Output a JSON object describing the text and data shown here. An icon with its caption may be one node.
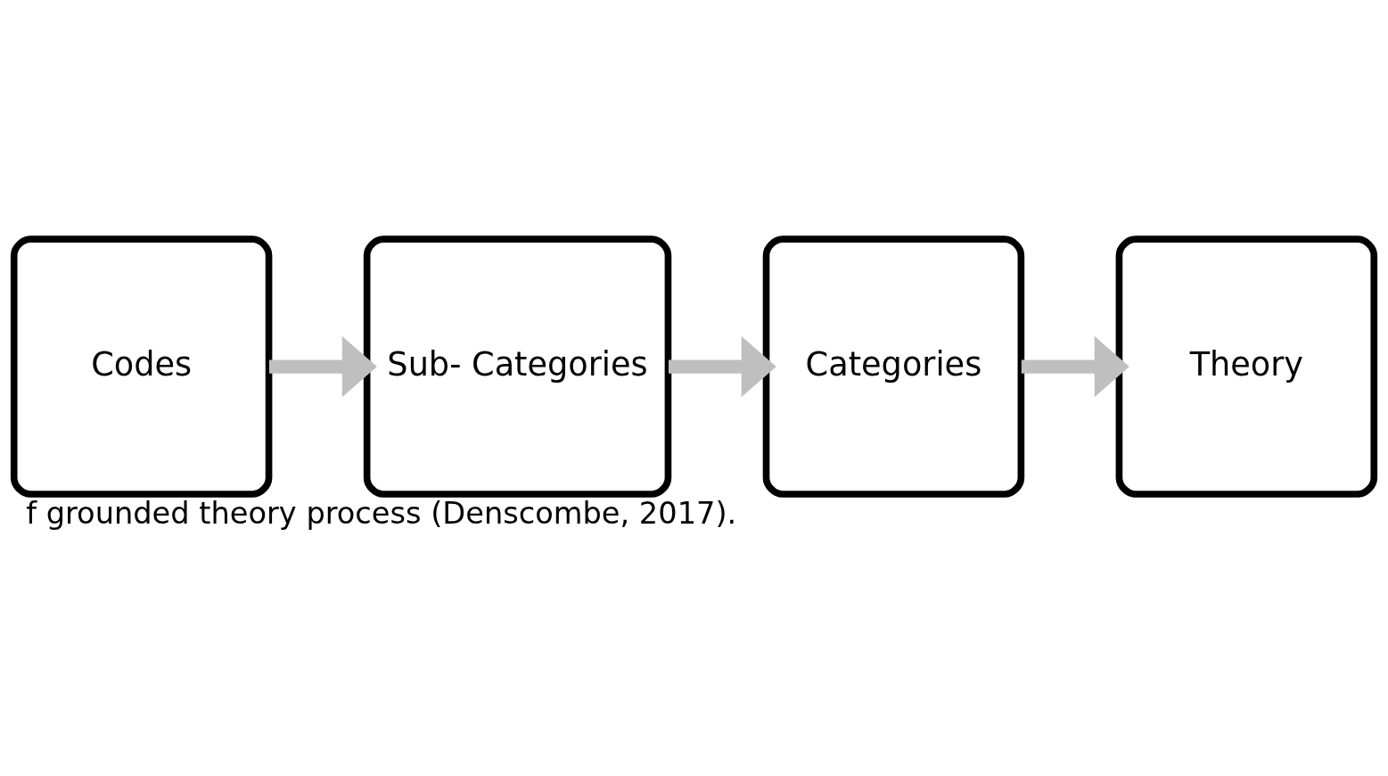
{
  "diagram": {
    "caption": "f grounded theory process (Denscombe, 2017).",
    "nodes": [
      {
        "text": [
          "Codes"
        ]
      },
      {
        "text": [
          "Sub- Categories"
        ]
      },
      {
        "text": [
          "Categories"
        ]
      },
      {
        "text": [
          "Theory"
        ]
      }
    ],
    "edges": [
      {
        "from": 0,
        "to": 1,
        "arrow": "to"
      },
      {
        "from": 1,
        "to": 2,
        "arrow": "to"
      },
      {
        "from": 2,
        "to": 3,
        "arrow": "to"
      }
    ]
  }
}
